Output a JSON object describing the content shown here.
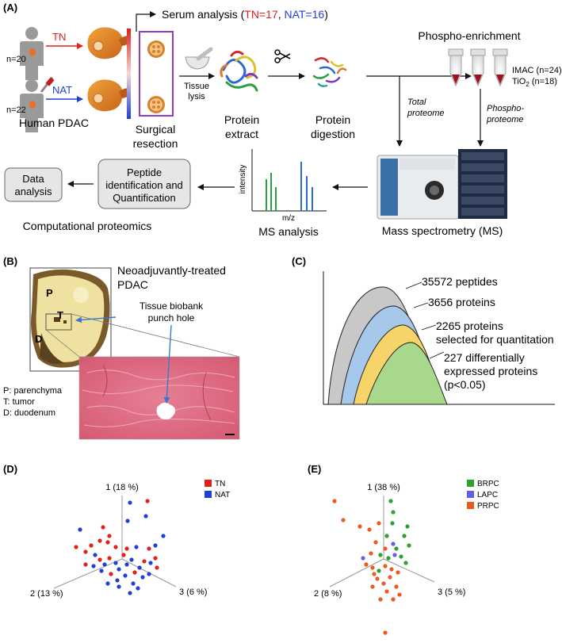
{
  "colors": {
    "tn": "#e0201b",
    "nat": "#1f3fd6",
    "brpc": "#2ea02e",
    "lapc": "#5e5ee8",
    "prpc": "#ea5a1a",
    "purple": "#8b3fbf",
    "hist": "#d8647a"
  },
  "panelA": {
    "label": "(A)",
    "serum_prefix": "Serum analysis (",
    "serum_tn": "TN=17",
    "serum_sep": ", ",
    "serum_nat": "NAT=16",
    "serum_suffix": ")",
    "n_top": "n=20",
    "n_bottom": "n=22",
    "tn": "TN",
    "nat": "NAT",
    "human": "Human PDAC",
    "surgical_1": "Surgical",
    "surgical_2": "resection",
    "lysis_1": "Tissue",
    "lysis_2": "lysis",
    "extract_1": "Protein",
    "extract_2": "extract",
    "digestion_1": "Protein",
    "digestion_2": "digestion",
    "phospho_enrich": "Phospho-enrichment",
    "imac": "IMAC (n=24)",
    "tio2_base": "TiO",
    "tio2_sub": "2",
    "tio2_rest": " (n=18)",
    "total_1": "Total",
    "total_2": "proteome",
    "phospho_1": "Phospho-",
    "phospho_2": "proteome",
    "data_1": "Data",
    "data_2": "analysis",
    "pep_1": "Peptide",
    "pep_2": "identification and",
    "pep_3": "Quantification",
    "computational": "Computational proteomics",
    "intensity": "intensity",
    "mz": "m/z",
    "ms_analysis": "MS analysis",
    "ms": "Mass spectrometry (MS)"
  },
  "panelB": {
    "label": "(B)",
    "title_1": "Neoadjuvantly-treated",
    "title_2": "PDAC",
    "punch_1": "Tissue biobank",
    "punch_2": "punch hole",
    "p": "P",
    "t": "T",
    "d": "D",
    "legend": [
      "P: parenchyma",
      "T: tumor",
      "D: duodenum"
    ]
  },
  "panelC": {
    "label": "(C)",
    "peptides": "35572 peptides",
    "proteins": "3656 proteins",
    "sel_1": "2265 proteins",
    "sel_2": "selected for quantitation",
    "de_1": "227 differentially",
    "de_2": "expressed proteins",
    "de_3": "(p<0.05)"
  },
  "panelD": {
    "label": "(D)",
    "axis1": "1 (18 %)",
    "axis2": "2 (13 %)",
    "axis3": "3 (6 %)",
    "legend": [
      "TN",
      "NAT"
    ]
  },
  "panelE": {
    "label": "(E)",
    "axis1": "1 (38 %)",
    "axis2": "2 (8 %)",
    "axis3": "3 (5 %)",
    "legend": [
      "BRPC",
      "LAPC",
      "PRPC"
    ]
  }
}
